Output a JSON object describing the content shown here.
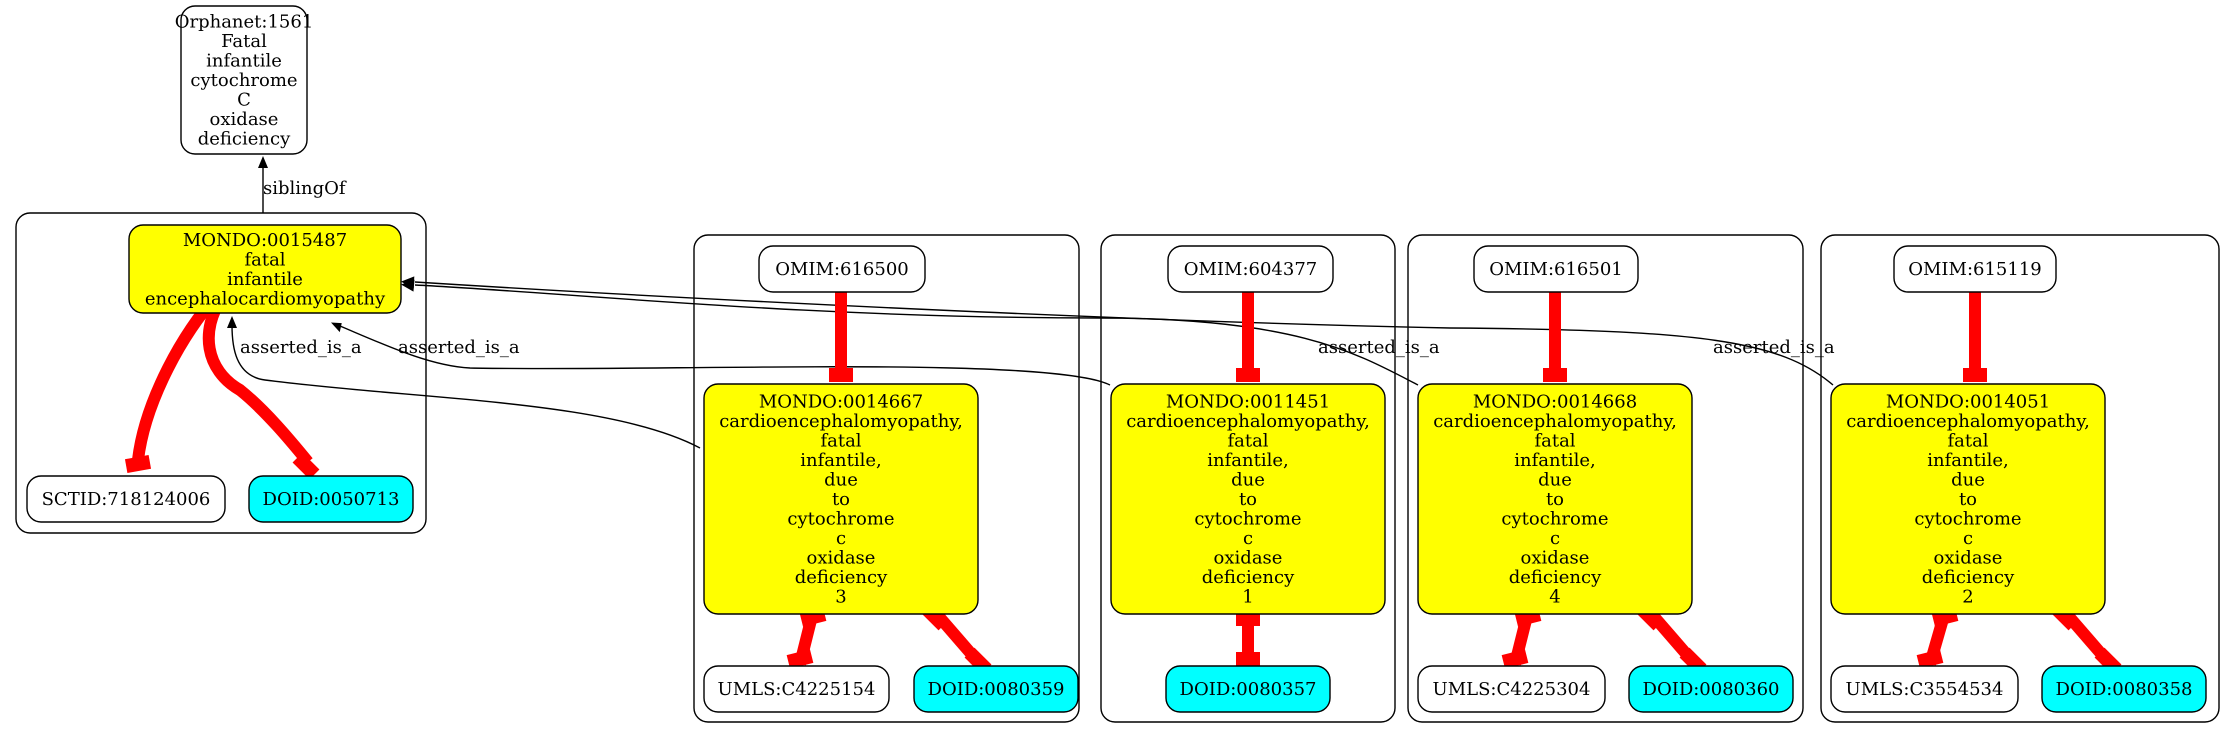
{
  "colors": {
    "yellow": "#ffff00",
    "cyan": "#00ffff",
    "white": "#ffffff",
    "red": "#ff0000",
    "black": "#000000"
  },
  "nodes": {
    "orphanet": {
      "lines": [
        "Orphanet:1561",
        "Fatal",
        "infantile",
        "cytochrome",
        "C",
        "oxidase",
        "deficiency"
      ]
    },
    "mondo15487": {
      "lines": [
        "MONDO:0015487",
        "fatal",
        "infantile",
        "encephalocardiomyopathy"
      ]
    },
    "sctid": {
      "lines": [
        "SCTID:718124006"
      ]
    },
    "doid50713": {
      "lines": [
        "DOID:0050713"
      ]
    },
    "omim616500": {
      "lines": [
        "OMIM:616500"
      ]
    },
    "mondo14667": {
      "lines": [
        "MONDO:0014667",
        "cardioencephalomyopathy,",
        "fatal",
        "infantile,",
        "due",
        "to",
        "cytochrome",
        "c",
        "oxidase",
        "deficiency",
        "3"
      ]
    },
    "umls4225154": {
      "lines": [
        "UMLS:C4225154"
      ]
    },
    "doid80359": {
      "lines": [
        "DOID:0080359"
      ]
    },
    "omim604377": {
      "lines": [
        "OMIM:604377"
      ]
    },
    "mondo11451": {
      "lines": [
        "MONDO:0011451",
        "cardioencephalomyopathy,",
        "fatal",
        "infantile,",
        "due",
        "to",
        "cytochrome",
        "c",
        "oxidase",
        "deficiency",
        "1"
      ]
    },
    "doid80357": {
      "lines": [
        "DOID:0080357"
      ]
    },
    "omim616501": {
      "lines": [
        "OMIM:616501"
      ]
    },
    "mondo14668": {
      "lines": [
        "MONDO:0014668",
        "cardioencephalomyopathy,",
        "fatal",
        "infantile,",
        "due",
        "to",
        "cytochrome",
        "c",
        "oxidase",
        "deficiency",
        "4"
      ]
    },
    "umls4225304": {
      "lines": [
        "UMLS:C4225304"
      ]
    },
    "doid80360": {
      "lines": [
        "DOID:0080360"
      ]
    },
    "omim615119": {
      "lines": [
        "OMIM:615119"
      ]
    },
    "mondo14051": {
      "lines": [
        "MONDO:0014051",
        "cardioencephalomyopathy,",
        "fatal",
        "infantile,",
        "due",
        "to",
        "cytochrome",
        "c",
        "oxidase",
        "deficiency",
        "2"
      ]
    },
    "umls3554534": {
      "lines": [
        "UMLS:C3554534"
      ]
    },
    "doid80358": {
      "lines": [
        "DOID:0080358"
      ]
    }
  },
  "edge_labels": {
    "sibling_of": "siblingOf",
    "asserted_1": "asserted_is_a",
    "asserted_2": "asserted_is_a",
    "asserted_3": "asserted_is_a",
    "asserted_4": "asserted_is_a"
  }
}
